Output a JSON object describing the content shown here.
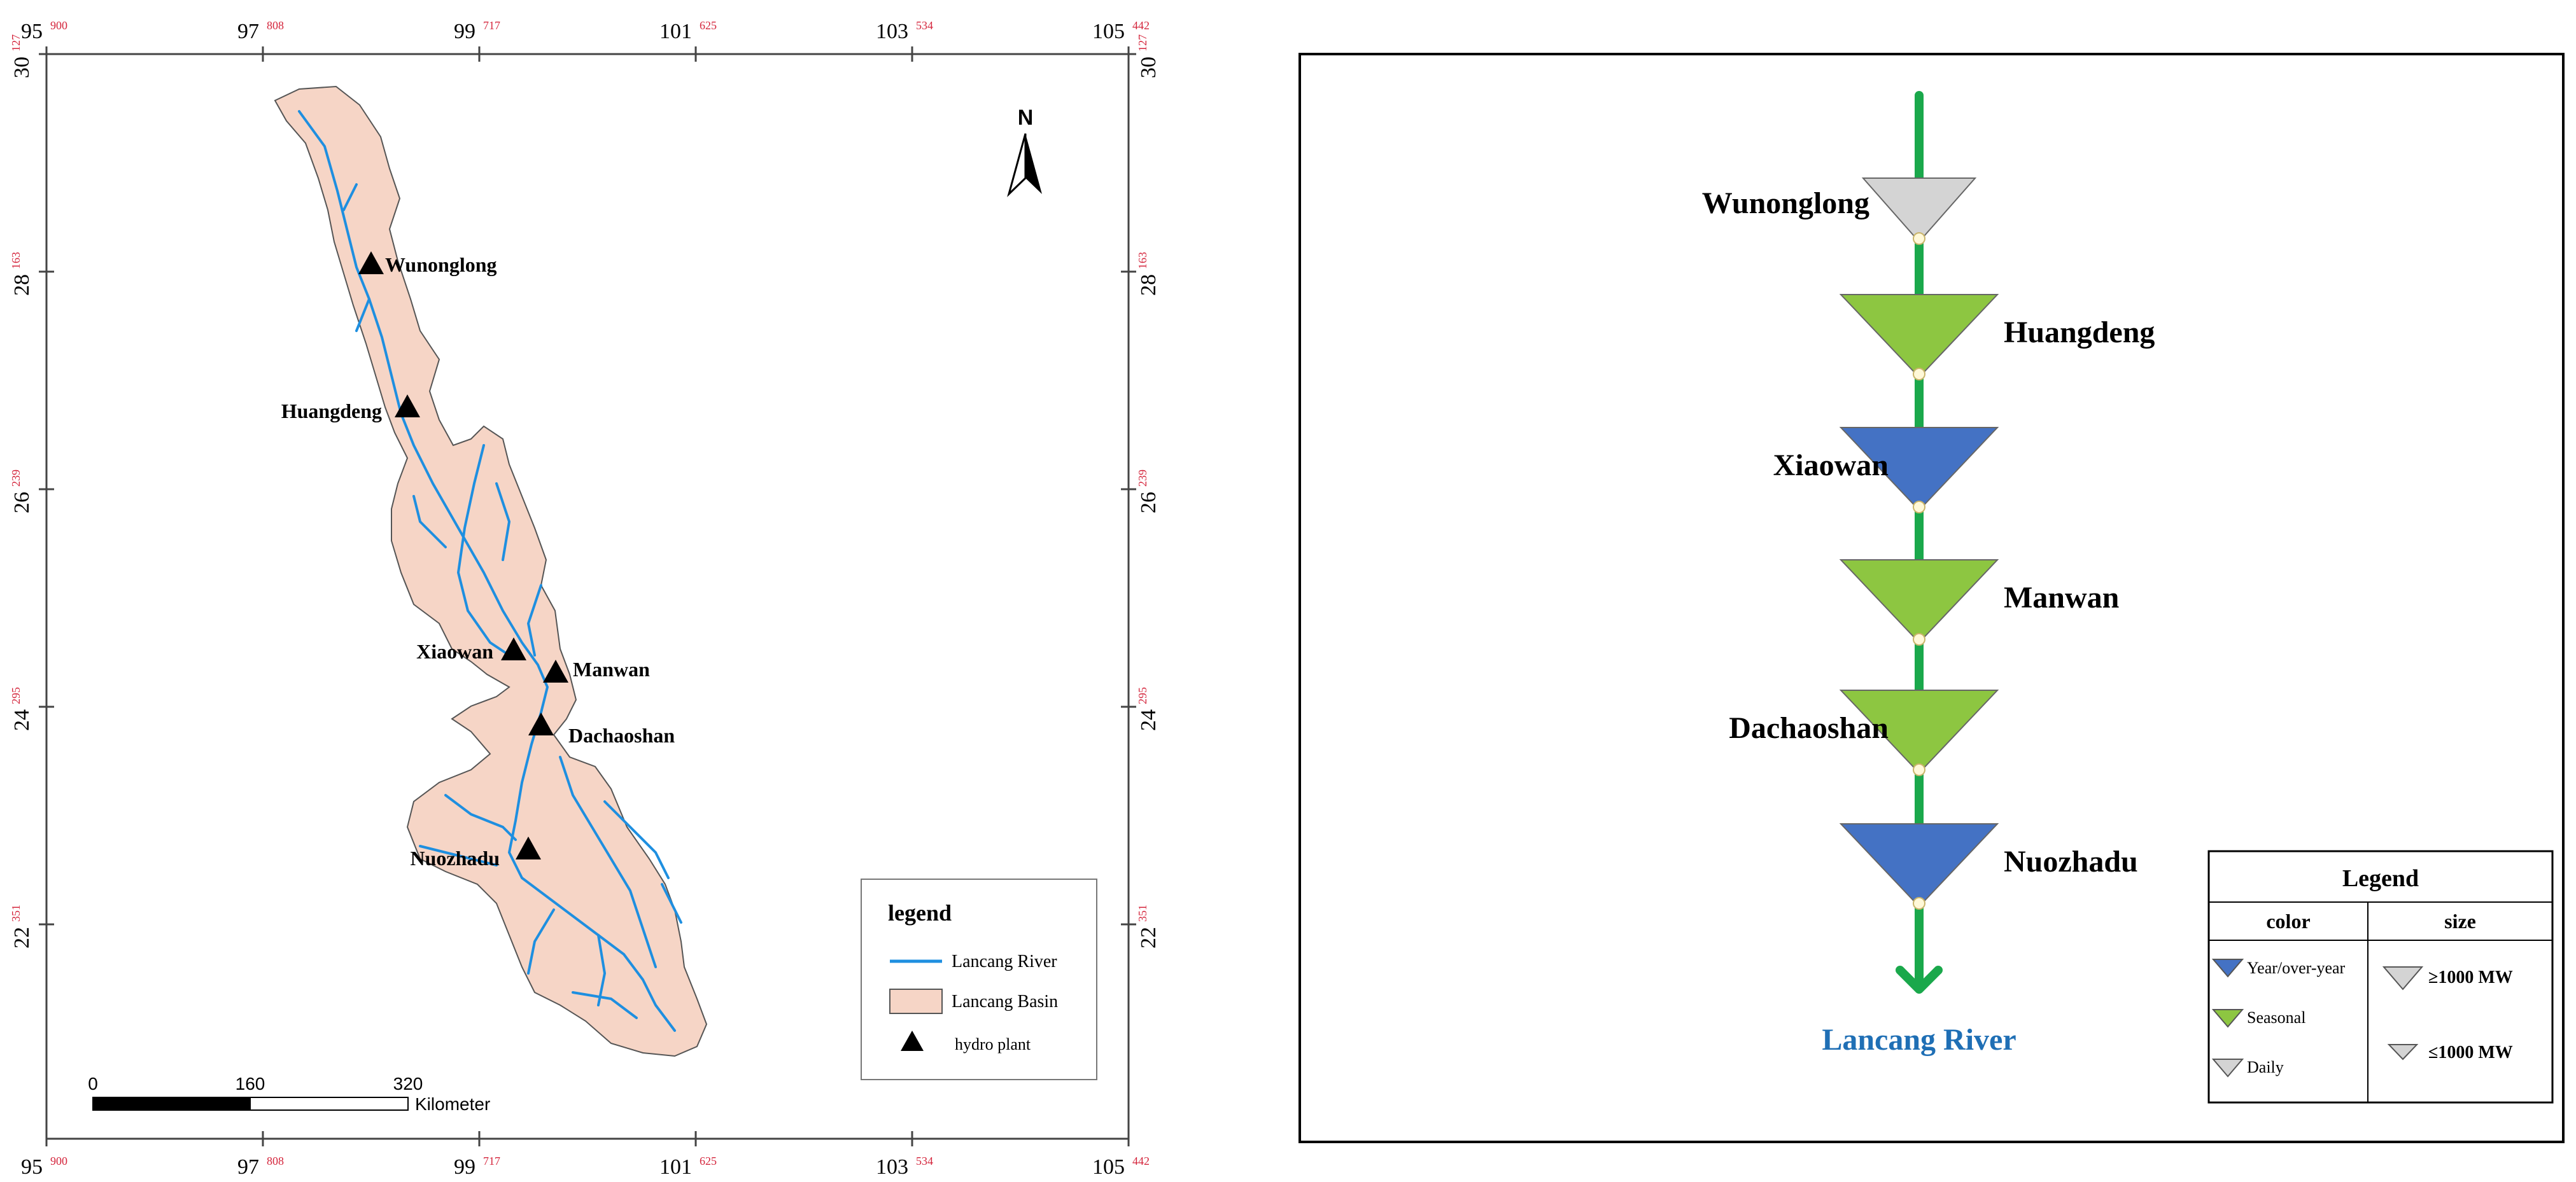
{
  "map": {
    "top_ticks": [
      {
        "main": "95",
        "sup": "900"
      },
      {
        "main": "97",
        "sup": "808"
      },
      {
        "main": "99",
        "sup": "717"
      },
      {
        "main": "101",
        "sup": "625"
      },
      {
        "main": "103",
        "sup": "534"
      },
      {
        "main": "105",
        "sup": "442"
      }
    ],
    "left_ticks": [
      {
        "main": "30",
        "sup": "127"
      },
      {
        "main": "28",
        "sup": "163"
      },
      {
        "main": "26",
        "sup": "239"
      },
      {
        "main": "24",
        "sup": "295"
      },
      {
        "main": "22",
        "sup": "351"
      }
    ],
    "north_label": "N",
    "plants": [
      {
        "name": "Wunonglong"
      },
      {
        "name": "Huangdeng"
      },
      {
        "name": "Xiaowan"
      },
      {
        "name": "Manwan"
      },
      {
        "name": "Dachaoshan"
      },
      {
        "name": "Nuozhadu"
      }
    ],
    "legend": {
      "title": "legend",
      "items": [
        "Lancang River",
        "Lancang Basin",
        "hydro plant"
      ]
    },
    "scale_bar": {
      "labels": [
        "0",
        "160",
        "320"
      ],
      "unit": "Kilometer"
    },
    "colors": {
      "basin_fill": "#f6d5c6",
      "river": "#1e8fe0",
      "tick_sup": "#d4243b"
    }
  },
  "schematic": {
    "river_label": "Lancang River",
    "stations": [
      {
        "name": "Wunonglong",
        "regulation": "daily",
        "size": "small",
        "label_side": "left"
      },
      {
        "name": "Huangdeng",
        "regulation": "seasonal",
        "size": "large",
        "label_side": "right"
      },
      {
        "name": "Xiaowan",
        "regulation": "year",
        "size": "large",
        "label_side": "left"
      },
      {
        "name": "Manwan",
        "regulation": "seasonal",
        "size": "large",
        "label_side": "right"
      },
      {
        "name": "Dachaoshan",
        "regulation": "seasonal",
        "size": "large",
        "label_side": "left"
      },
      {
        "name": "Nuozhadu",
        "regulation": "year",
        "size": "large",
        "label_side": "right"
      }
    ],
    "legend": {
      "title": "Legend",
      "col_color": "color",
      "col_size": "size",
      "color_items": [
        "Year/over-year",
        "Seasonal",
        "Daily"
      ],
      "size_items": [
        "≥1000 MW",
        "≤1000 MW"
      ]
    },
    "colors": {
      "river_line": "#1aa84b",
      "year": "#4472c4",
      "seasonal": "#8dc641",
      "daily": "#d4d4d4",
      "river_label": "#1f6fb5"
    }
  }
}
